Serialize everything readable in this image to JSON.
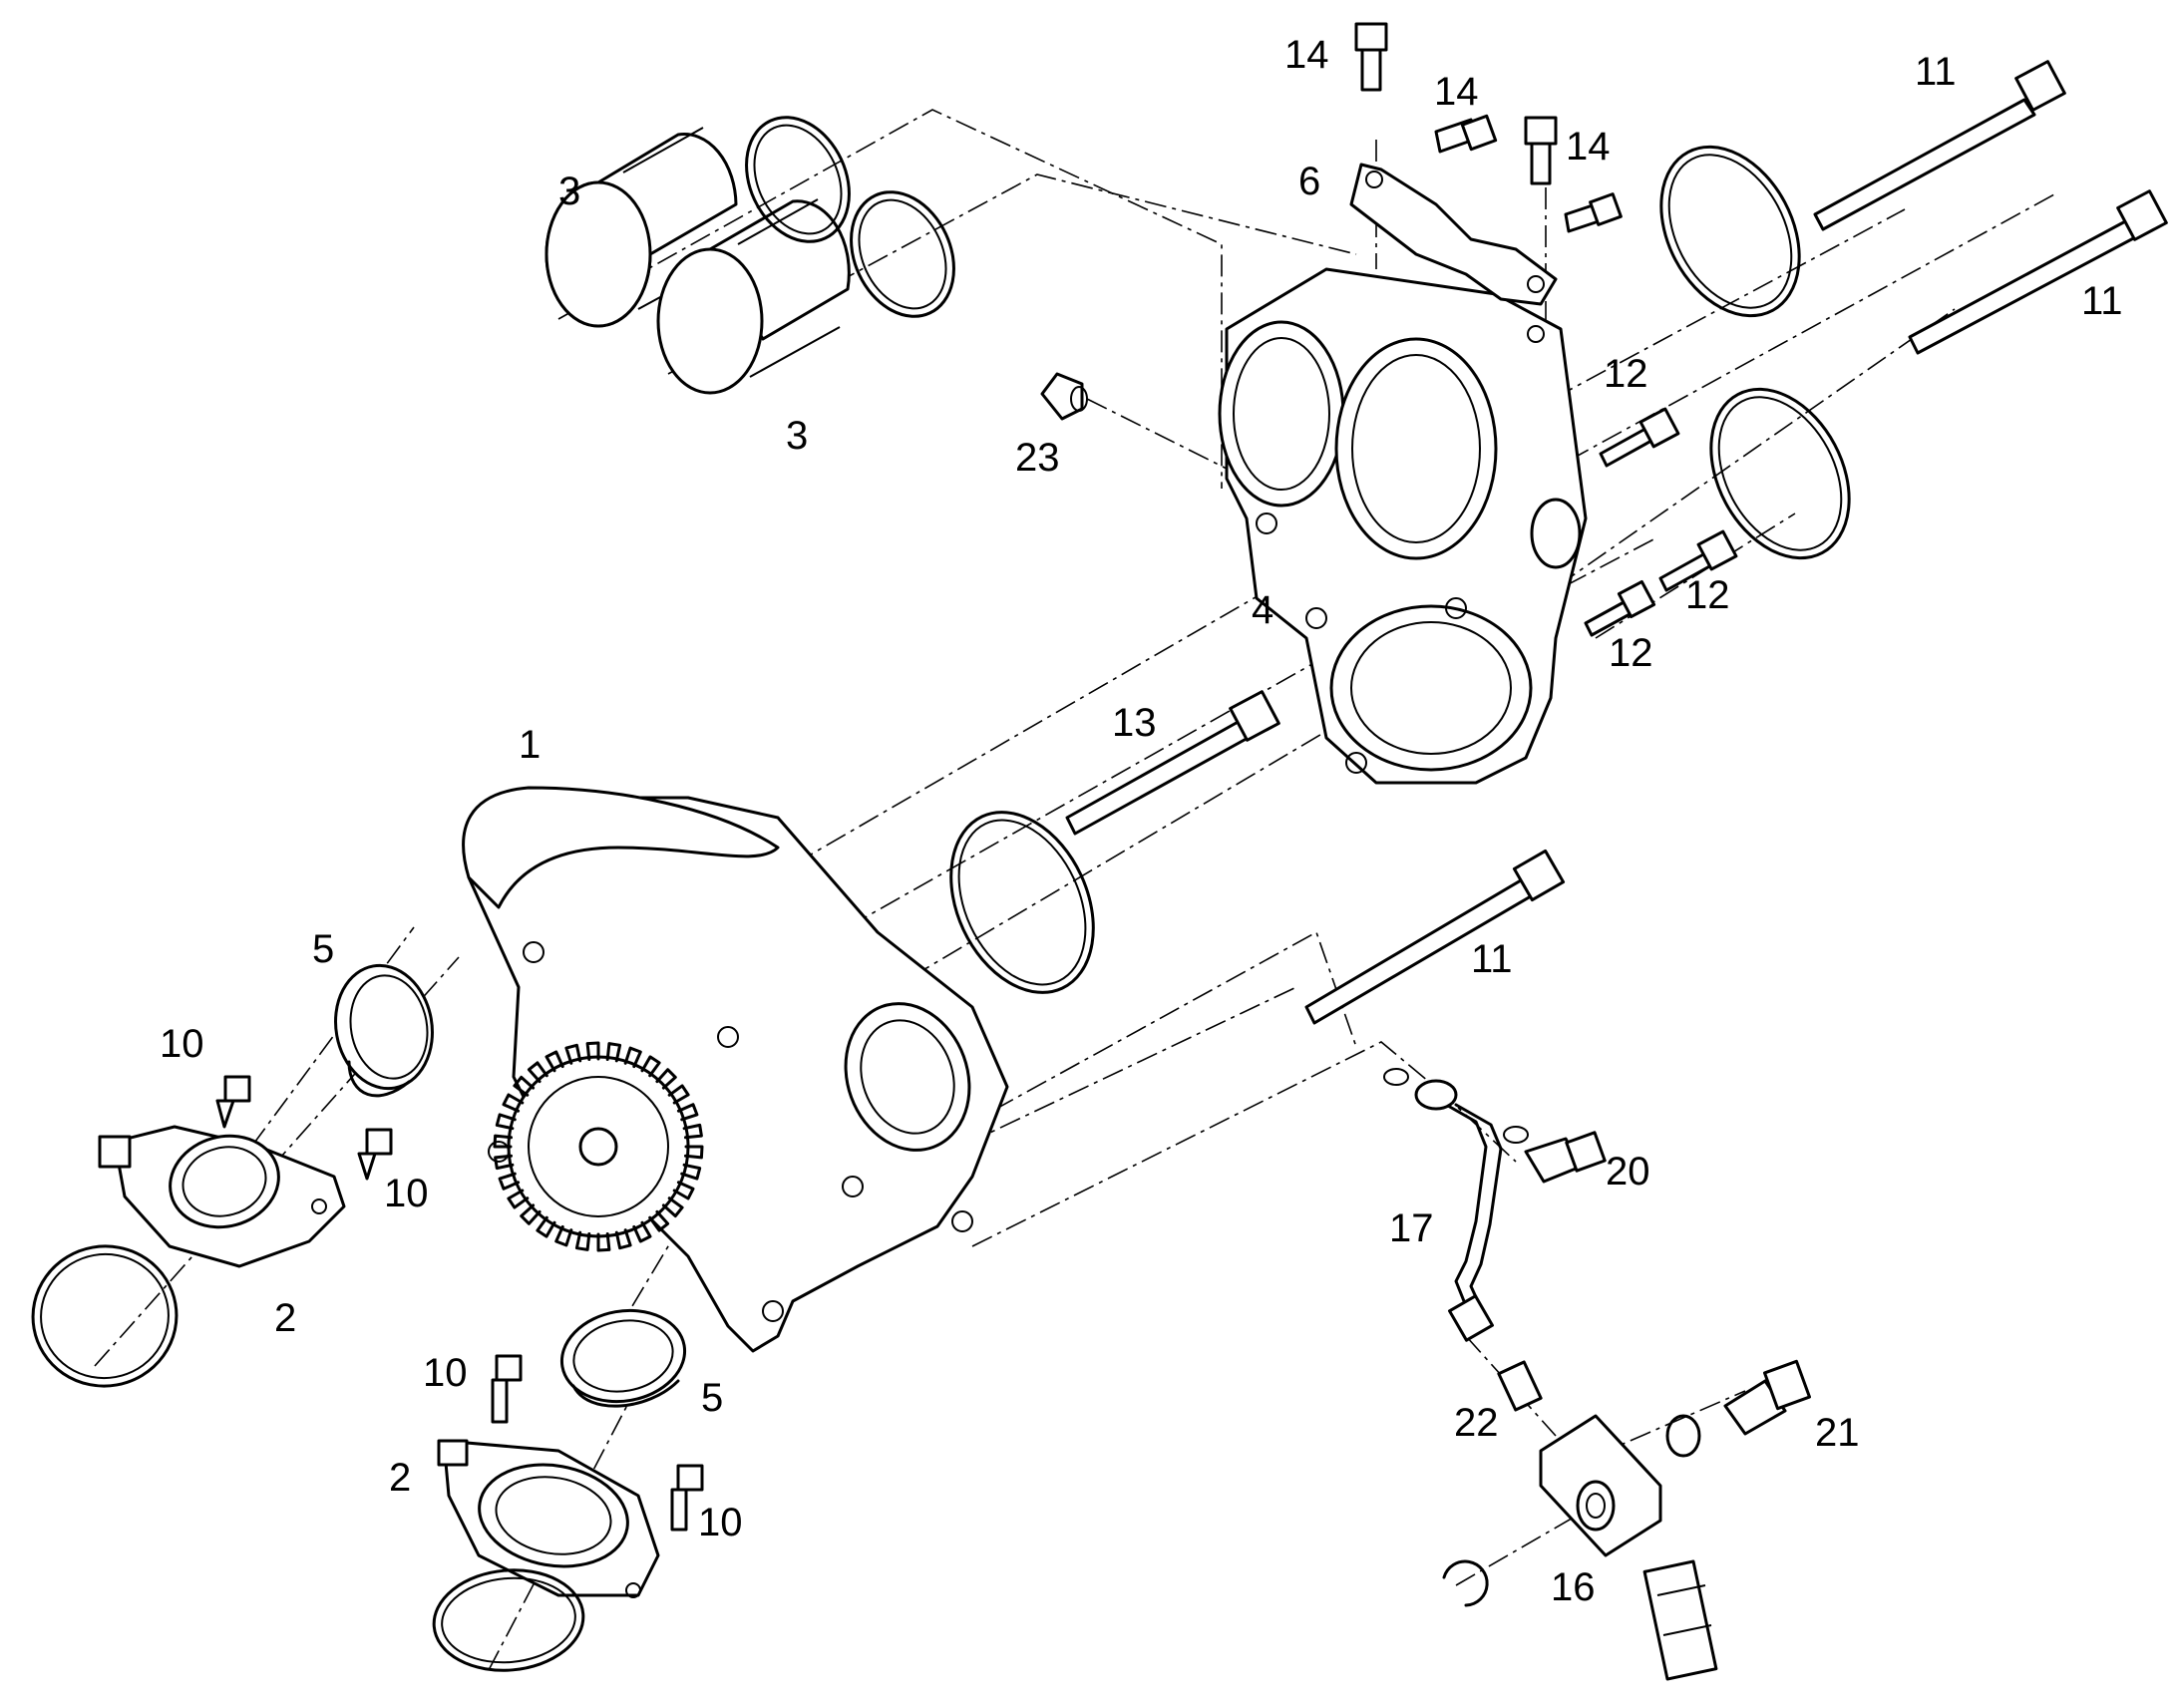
{
  "callouts": [
    {
      "id": "c1",
      "label": "1"
    },
    {
      "id": "c2a",
      "label": "2"
    },
    {
      "id": "c2b",
      "label": "2"
    },
    {
      "id": "c3a",
      "label": "3"
    },
    {
      "id": "c3b",
      "label": "3"
    },
    {
      "id": "c4",
      "label": "4"
    },
    {
      "id": "c5a",
      "label": "5"
    },
    {
      "id": "c5b",
      "label": "5"
    },
    {
      "id": "c6",
      "label": "6"
    },
    {
      "id": "c10a",
      "label": "10"
    },
    {
      "id": "c10b",
      "label": "10"
    },
    {
      "id": "c10c",
      "label": "10"
    },
    {
      "id": "c10d",
      "label": "10"
    },
    {
      "id": "c11a",
      "label": "11"
    },
    {
      "id": "c11b",
      "label": "11"
    },
    {
      "id": "c11c",
      "label": "11"
    },
    {
      "id": "c12a",
      "label": "12"
    },
    {
      "id": "c12b",
      "label": "12"
    },
    {
      "id": "c12c",
      "label": "12"
    },
    {
      "id": "c13",
      "label": "13"
    },
    {
      "id": "c14a",
      "label": "14"
    },
    {
      "id": "c14b",
      "label": "14"
    },
    {
      "id": "c14c",
      "label": "14"
    },
    {
      "id": "c16",
      "label": "16"
    },
    {
      "id": "c17",
      "label": "17"
    },
    {
      "id": "c20",
      "label": "20"
    },
    {
      "id": "c21",
      "label": "21"
    },
    {
      "id": "c22",
      "label": "22"
    },
    {
      "id": "c23",
      "label": "23"
    }
  ]
}
